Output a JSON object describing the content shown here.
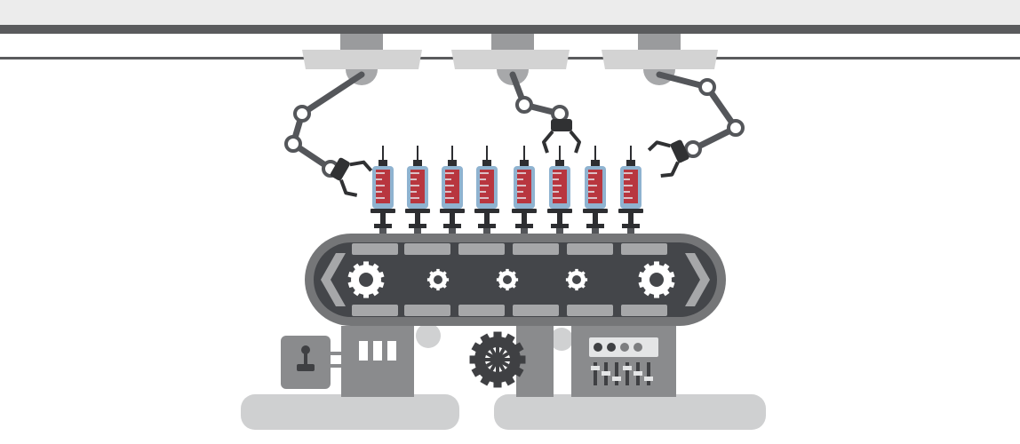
{
  "scene": {
    "subject": "",
    "syringe_count": 8,
    "robot_arm_count": 3,
    "gear_count": 6
  },
  "colors": {
    "background": "#ffffff",
    "ceiling": "#ececec",
    "rail_dark": "#5a5b5d",
    "rail_light": "#bdbdbd",
    "mount": "#9a9b9d",
    "bracket": "#d3d3d3",
    "arm_joint": "#a7a8aa",
    "arm_link": "#54565a",
    "joint_ring": "#ffffff",
    "claw": "#303133",
    "conveyor_outer": "#757678",
    "conveyor_inner": "#44464a",
    "slat": "#a6a7a9",
    "gear": "#ffffff",
    "machine_body": "#8a8b8d",
    "machine_dark": "#3f4043",
    "floor_base": "#cfd0d1",
    "syringe_blood": "#b8363f",
    "syringe_glass": "#8fb3d0",
    "syringe_cap": "#2d2e31",
    "syringe_marks": "#e8eef3"
  },
  "icons": {
    "arm": "robot-arm-icon",
    "syringe": "syringe-icon",
    "gear": "gear-icon",
    "conveyor": "conveyor-belt-icon",
    "joystick": "joystick-icon"
  }
}
